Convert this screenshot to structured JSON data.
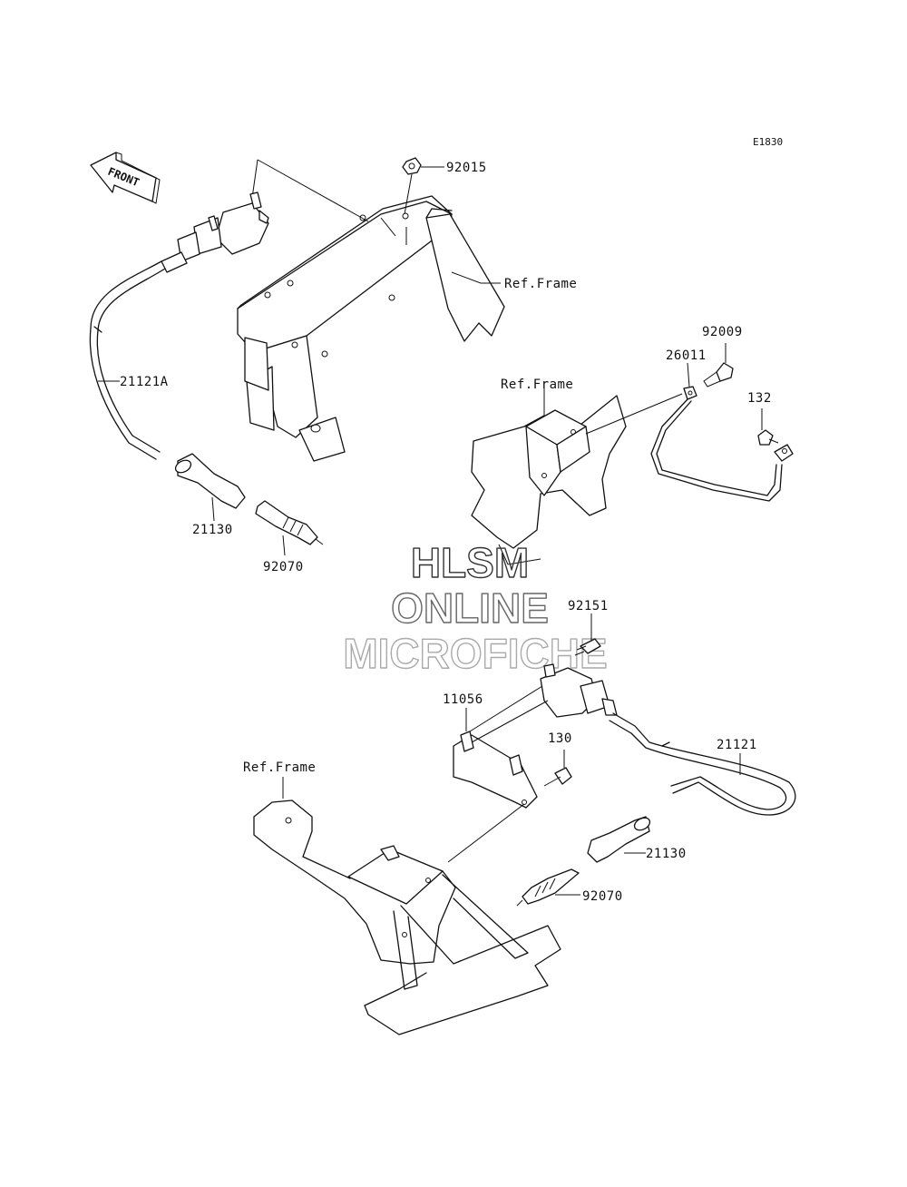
{
  "diagram_code": "E1830",
  "direction_label": "FRONT",
  "watermark": {
    "line1": "HLSM",
    "line2": "ONLINE",
    "line3": "MICROFICHE"
  },
  "labels": {
    "p92015": "92015",
    "ref_frame_top": "Ref.Frame",
    "p21121A": "21121A",
    "p21130_top": "21130",
    "p92070_top": "92070",
    "p92009": "92009",
    "p26011": "26011",
    "p132": "132",
    "ref_frame_mid": "Ref.Frame",
    "p92151": "92151",
    "p11056": "11056",
    "p130": "130",
    "p21121": "21121",
    "ref_frame_bottom": "Ref.Frame",
    "p21130_bottom": "21130",
    "p92070_bottom": "92070"
  }
}
